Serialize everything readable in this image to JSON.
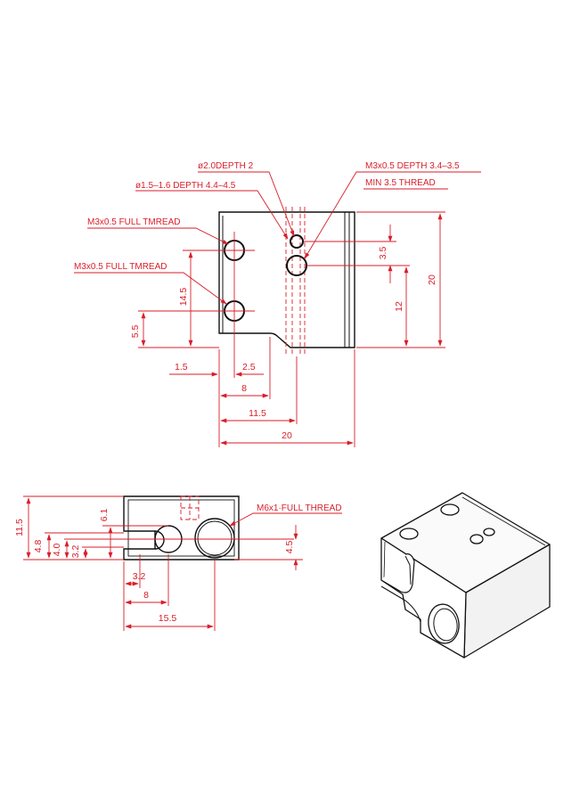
{
  "colors": {
    "dimension": "#d81e2a",
    "outline": "#111111",
    "background": "#ffffff"
  },
  "top_view": {
    "notes": {
      "thermistor_hole": "ø2.0DEPTH 2",
      "heater_hole": "ø1.5–1.6 DEPTH 4.4–4.5",
      "screw_hole_line1": "M3x0.5 DEPTH 3.4–3.5",
      "screw_hole_line2": "MIN 3.5 THREAD",
      "mount_hole_upper": "M3x0.5 FULL TMREAD",
      "mount_hole_lower": "M3x0.5 FULL TMREAD"
    },
    "dimensions": {
      "hole_spacing_3_5": "3.5",
      "total_height_20": "20",
      "height_12": "12",
      "height_14_5": "14.5",
      "height_5_5": "5.5",
      "offset_1_5": "1.5",
      "offset_2_5": "2.5",
      "width_8": "8",
      "width_11_5": "11.5",
      "total_width_20": "20"
    }
  },
  "side_view": {
    "notes": {
      "nozzle_thread": "M6x1·FULL THREAD"
    },
    "dimensions": {
      "total_height_11_5": "11.5",
      "height_6_1": "6.1",
      "height_4_8": "4.8",
      "height_4_0": "4.0",
      "height_3_2": "3.2",
      "height_4_5": "4.5",
      "width_3_2": "3.2",
      "width_8": "8",
      "width_15_5": "15.5"
    }
  }
}
